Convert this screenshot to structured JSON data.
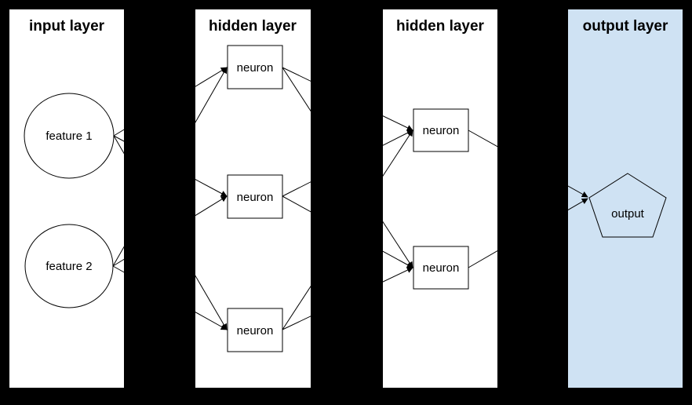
{
  "diagram": {
    "type": "neural-network",
    "colors": {
      "background": "#000000",
      "panel_bg": "#ffffff",
      "output_panel_bg": "#cfe2f3",
      "stroke": "#000000",
      "text": "#000000"
    },
    "layers": [
      {
        "id": "input",
        "label": "input layer",
        "nodes": [
          {
            "id": "feature-1",
            "label": "feature 1",
            "shape": "circle"
          },
          {
            "id": "feature-2",
            "label": "feature 2",
            "shape": "circle"
          }
        ]
      },
      {
        "id": "hidden-1",
        "label": "hidden layer",
        "nodes": [
          {
            "id": "h1-neuron-1",
            "label": "neuron",
            "shape": "rect"
          },
          {
            "id": "h1-neuron-2",
            "label": "neuron",
            "shape": "rect"
          },
          {
            "id": "h1-neuron-3",
            "label": "neuron",
            "shape": "rect"
          }
        ]
      },
      {
        "id": "hidden-2",
        "label": "hidden layer",
        "nodes": [
          {
            "id": "h2-neuron-1",
            "label": "neuron",
            "shape": "rect"
          },
          {
            "id": "h2-neuron-2",
            "label": "neuron",
            "shape": "rect"
          }
        ]
      },
      {
        "id": "output",
        "label": "output layer",
        "nodes": [
          {
            "id": "output-node",
            "label": "output",
            "shape": "pentagon"
          }
        ]
      }
    ],
    "edges": [
      {
        "from": "feature-1",
        "to": "h1-neuron-1"
      },
      {
        "from": "feature-1",
        "to": "h1-neuron-2"
      },
      {
        "from": "feature-1",
        "to": "h1-neuron-3"
      },
      {
        "from": "feature-2",
        "to": "h1-neuron-1"
      },
      {
        "from": "feature-2",
        "to": "h1-neuron-2"
      },
      {
        "from": "feature-2",
        "to": "h1-neuron-3"
      },
      {
        "from": "h1-neuron-1",
        "to": "h2-neuron-1"
      },
      {
        "from": "h1-neuron-1",
        "to": "h2-neuron-2"
      },
      {
        "from": "h1-neuron-2",
        "to": "h2-neuron-1"
      },
      {
        "from": "h1-neuron-2",
        "to": "h2-neuron-2"
      },
      {
        "from": "h1-neuron-3",
        "to": "h2-neuron-1"
      },
      {
        "from": "h1-neuron-3",
        "to": "h2-neuron-2"
      },
      {
        "from": "h2-neuron-1",
        "to": "output-node"
      },
      {
        "from": "h2-neuron-2",
        "to": "output-node"
      }
    ]
  }
}
